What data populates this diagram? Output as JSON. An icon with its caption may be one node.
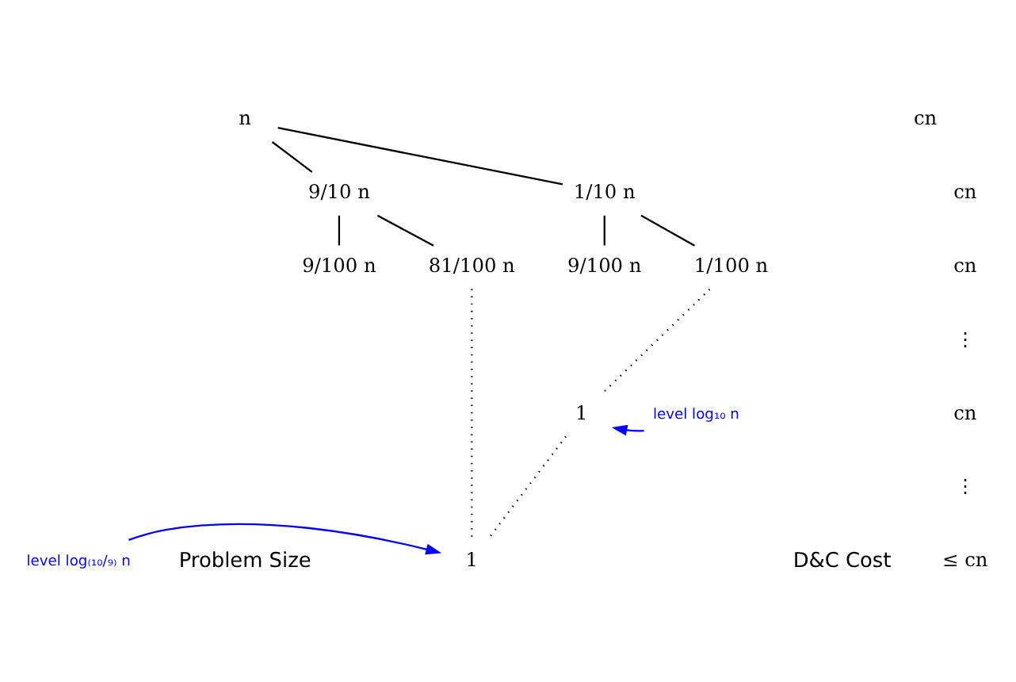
{
  "diagram": {
    "nodes": [
      {
        "text": [
          "n"
        ]
      },
      {
        "text": [
          "1/10 n"
        ]
      },
      {
        "text": [
          "9/10 n"
        ]
      },
      {
        "text": [
          "1/100 n"
        ]
      },
      {
        "text": [
          "9/100 n"
        ]
      },
      {
        "text": [
          "9/100 n"
        ]
      },
      {
        "text": [
          "81/100 n"
        ]
      },
      {
        "text": [
          "1"
        ]
      },
      {
        "text": [
          "level log₁₀ n"
        ]
      },
      {
        "text": [
          "level log₍₁₀/₉₎ n"
        ]
      },
      {
        "text": [
          "1"
        ]
      }
    ],
    "edges": [
      {
        "from": 0,
        "to": 1,
        "arrow": "none"
      },
      {
        "from": 0,
        "to": 2,
        "arrow": "none"
      },
      {
        "from": 1,
        "to": 3,
        "arrow": "none"
      },
      {
        "from": 1,
        "to": 4,
        "arrow": "none"
      },
      {
        "from": 2,
        "to": 5,
        "arrow": "none"
      },
      {
        "from": 2,
        "to": 6,
        "arrow": "none"
      },
      {
        "from": 3,
        "to": 7,
        "arrow": "none",
        "style": "dashed"
      },
      {
        "from": 6,
        "to": 10,
        "arrow": "none",
        "style": "dashed"
      },
      {
        "from": 7,
        "to": 10,
        "arrow": "none",
        "style": "dashed"
      },
      {
        "from": 8,
        "to": 7,
        "arrow": "to",
        "color": "#0000ff"
      },
      {
        "from": 9,
        "to": 10,
        "arrow": "to",
        "color": "#0000ff"
      }
    ],
    "labels": [
      "Problem Size",
      "D&C Cost",
      "cn",
      "cn",
      "cn",
      "⋮",
      "cn",
      "⋮",
      "≤ cn"
    ]
  }
}
